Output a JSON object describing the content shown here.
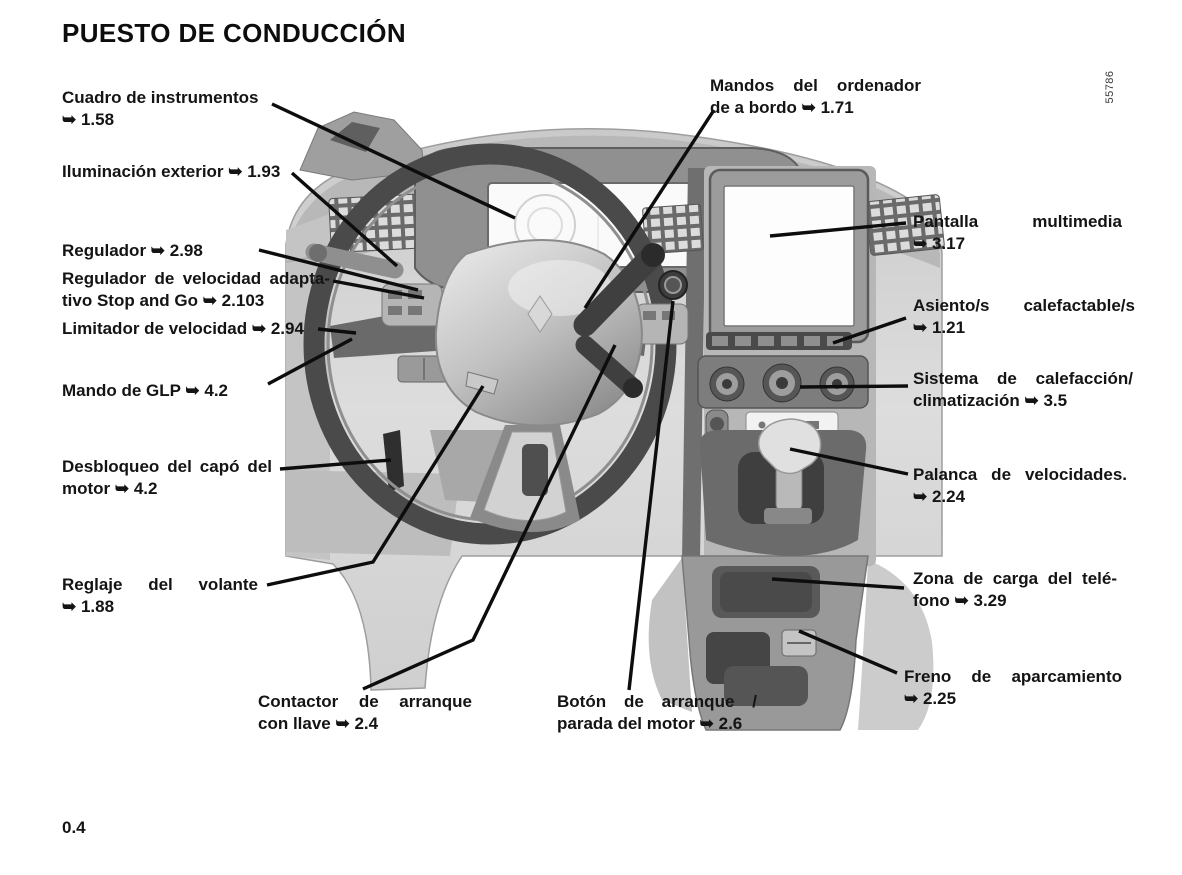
{
  "page": {
    "title": "PUESTO DE CONDUCCIÓN",
    "page_number": "0.4",
    "figure_code": "55786"
  },
  "labels": {
    "cuadro": {
      "lines": [
        "Cuadro de instrumentos",
        "➥ 1.58"
      ]
    },
    "iluminacion": {
      "lines": [
        "Iluminación exterior ➥ 1.93"
      ]
    },
    "regulador": {
      "lines": [
        "Regulador ➥ 2.98"
      ]
    },
    "adaptativo": {
      "lines": [
        "Regulador de velocidad adapta-",
        "tivo Stop and Go ➥ 2.103"
      ]
    },
    "limitador": {
      "lines": [
        "Limitador de velocidad ➥ 2.94"
      ]
    },
    "glp": {
      "lines": [
        "Mando de GLP ➥ 4.2"
      ]
    },
    "desbloqueo": {
      "lines": [
        "Desbloqueo del capó del",
        "motor ➥ 4.2"
      ]
    },
    "reglaje": {
      "lines": [
        "Reglaje del volante",
        "➥ 1.88"
      ]
    },
    "contactor": {
      "lines": [
        "Contactor de arranque",
        "con llave ➥ 2.4"
      ]
    },
    "boton": {
      "lines": [
        "Botón de arranque /",
        "parada del motor ➥ 2.6"
      ]
    },
    "mandos": {
      "lines": [
        "Mandos del ordenador",
        "de a bordo ➥ 1.71"
      ]
    },
    "pantalla": {
      "lines": [
        "Pantalla multimedia",
        "➥ 3.17"
      ]
    },
    "asiento": {
      "lines": [
        "Asiento/s calefactable/s",
        "➥ 1.21"
      ]
    },
    "sistema": {
      "lines": [
        "Sistema de calefacción/",
        "climatización ➥ 3.5"
      ]
    },
    "palanca": {
      "lines": [
        "Palanca de velocidades.",
        "➥ 2.24"
      ]
    },
    "zona": {
      "lines": [
        "Zona de carga del telé-",
        "fono ➥ 3.29"
      ]
    },
    "freno": {
      "lines": [
        "Freno de aparcamiento",
        "➥ 2.25"
      ]
    }
  }
}
